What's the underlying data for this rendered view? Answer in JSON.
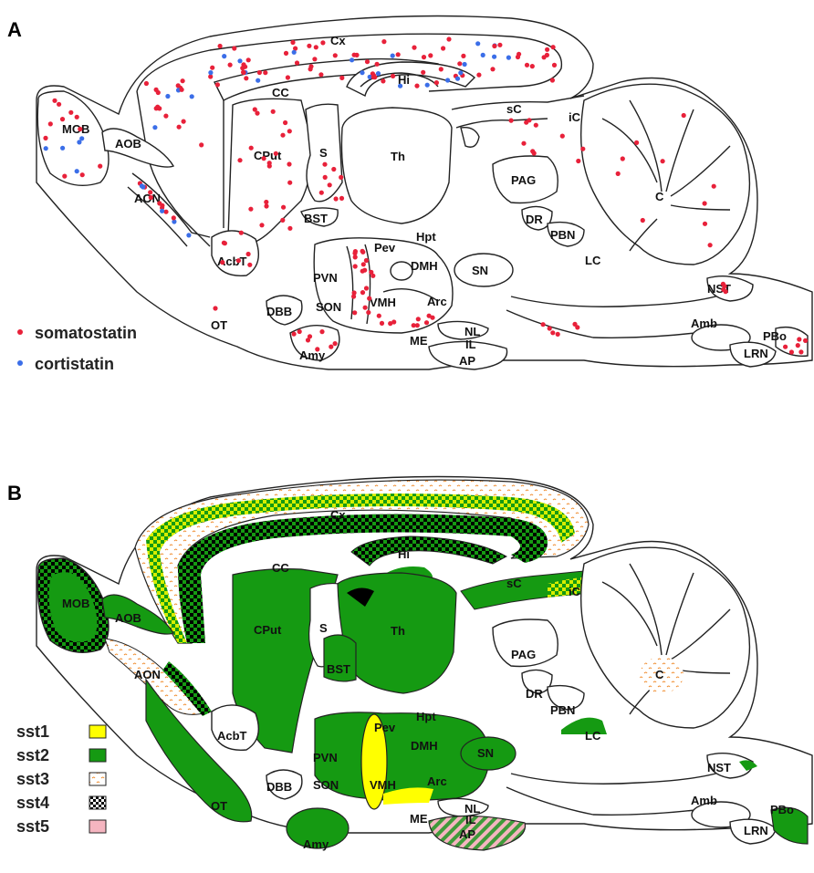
{
  "panels": [
    {
      "letter": "A",
      "legend": [
        {
          "label": "somatostatin",
          "color": "#e8213a"
        },
        {
          "label": "cortistatin",
          "color": "#3b6ee8"
        }
      ]
    },
    {
      "letter": "B",
      "legend": [
        {
          "label": "sst1",
          "pattern": "yellow"
        },
        {
          "label": "sst2",
          "pattern": "green"
        },
        {
          "label": "sst3",
          "pattern": "orange-dots"
        },
        {
          "label": "sst4",
          "pattern": "checker"
        },
        {
          "label": "sst5",
          "pattern": "pink"
        }
      ]
    }
  ],
  "regions": {
    "Cx": "Cx",
    "Hi": "Hi",
    "CC": "CC",
    "MOB": "MOB",
    "AOB": "AOB",
    "CPut": "CPut",
    "S": "S",
    "Th": "Th",
    "sC": "sC",
    "iC": "iC",
    "PAG": "PAG",
    "C": "C",
    "DR": "DR",
    "PBN": "PBN",
    "LC": "LC",
    "AON": "AON",
    "BST": "BST",
    "Hpt": "Hpt",
    "Pev": "Pev",
    "DMH": "DMH",
    "SN": "SN",
    "AcbT": "AcbT",
    "PVN": "PVN",
    "SON": "SON",
    "VMH": "VMH",
    "Arc": "Arc",
    "DBB": "DBB",
    "OT": "OT",
    "NL": "NL",
    "IL": "IL",
    "ME": "ME",
    "AP": "AP",
    "Amy": "Amy",
    "NST": "NST",
    "Amb": "Amb",
    "PBo": "PBo",
    "LRN": "LRN"
  },
  "colors": {
    "somatostatin": "#e8213a",
    "cortistatin": "#3b6ee8",
    "sst1": "#ffff00",
    "sst2": "#159a12",
    "sst3": "#f08a2a",
    "sst4": "#000000",
    "sst5": "#f5b5c0"
  }
}
